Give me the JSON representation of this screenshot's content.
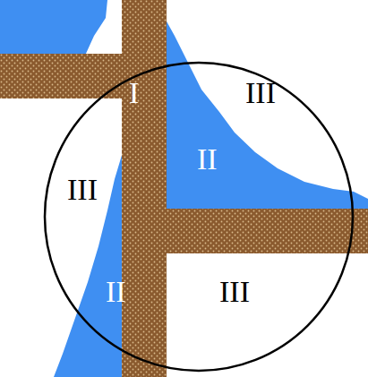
{
  "diagram": {
    "labels": [
      "I",
      "III",
      "II",
      "III",
      "II",
      "III"
    ]
  }
}
